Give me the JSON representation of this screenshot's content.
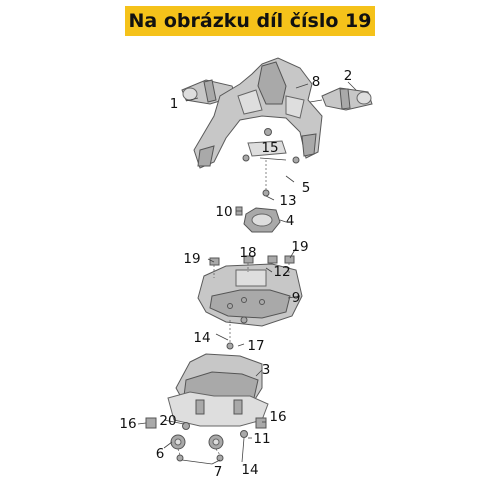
{
  "banner": {
    "text": "Na obrázku díl číslo 19"
  },
  "callouts": {
    "n1": "1",
    "n2": "2",
    "n3": "3",
    "n4": "4",
    "n5": "5",
    "n6": "6",
    "n7": "7",
    "n8": "8",
    "n9": "9",
    "n10": "10",
    "n11": "11",
    "n12": "12",
    "n13": "13",
    "n14a": "14",
    "n14b": "14",
    "n15": "15",
    "n16a": "16",
    "n16b": "16",
    "n17": "17",
    "n18": "18",
    "n19a": "19",
    "n19b": "19",
    "n20": "20"
  },
  "colors": {
    "banner": "#f5c21a",
    "part_fill": "#c7c7c7",
    "part_stroke": "#5a5a5a"
  }
}
